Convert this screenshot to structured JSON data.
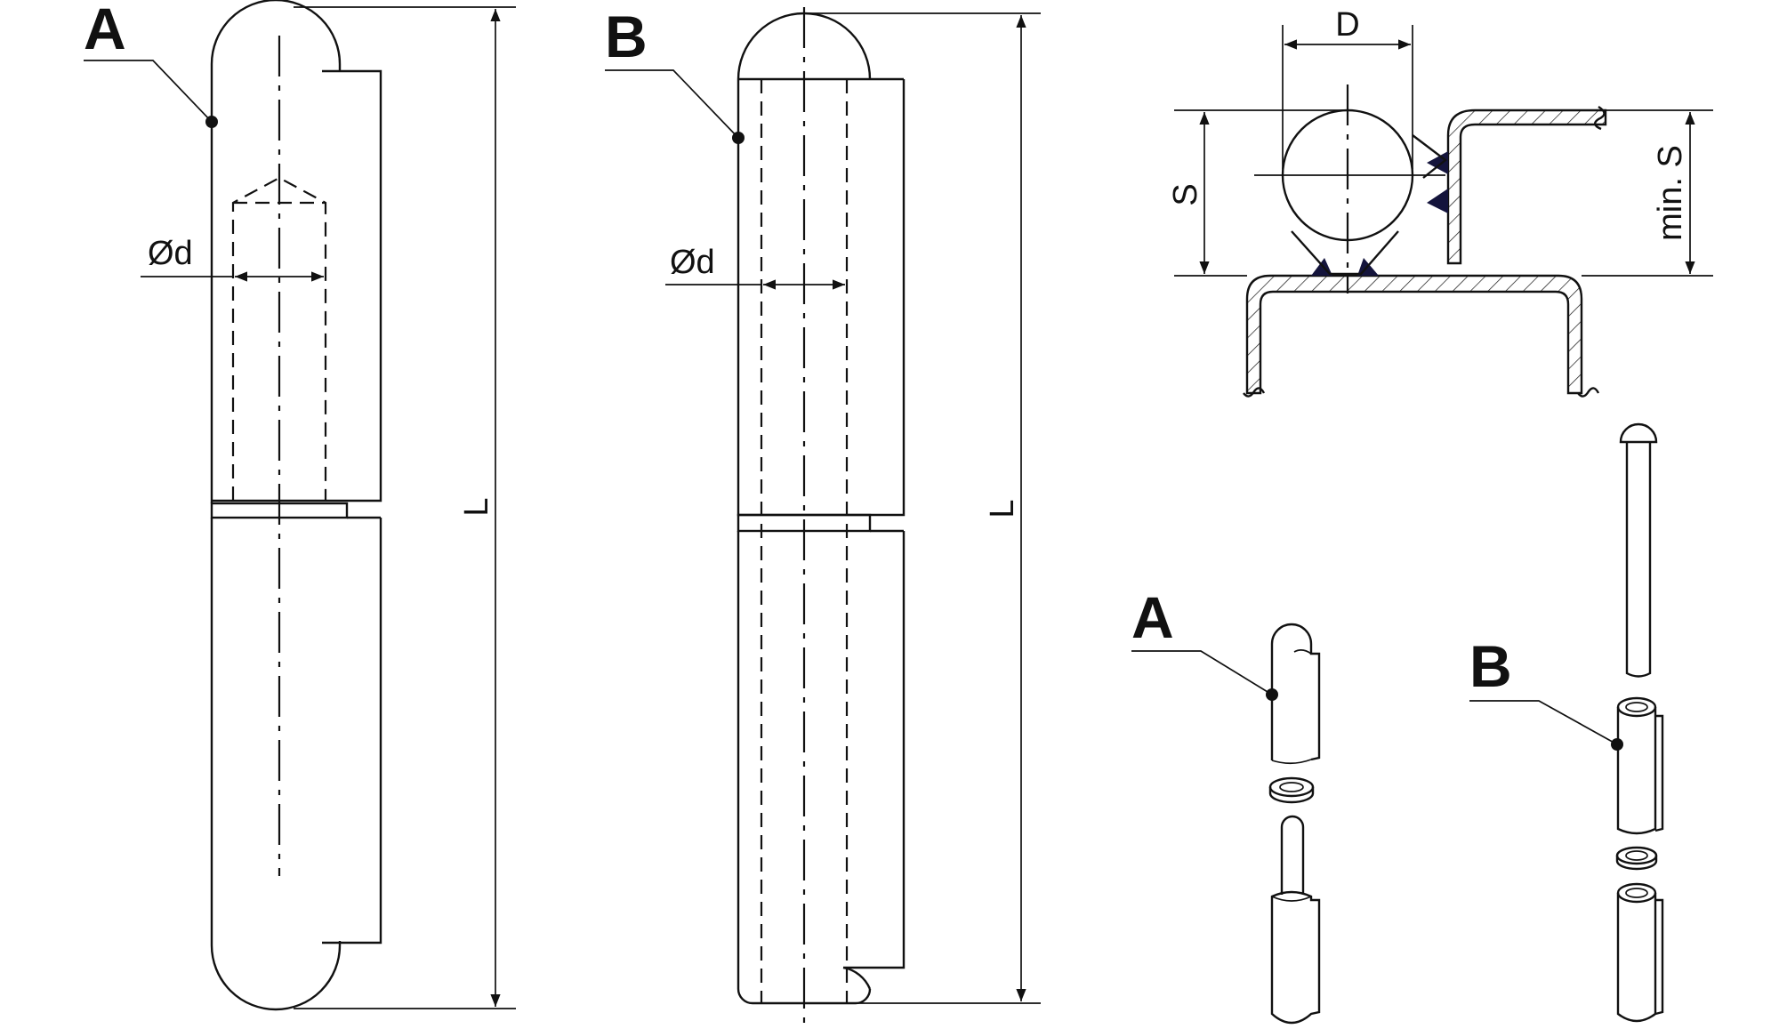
{
  "labels": {
    "hinge_a": "A",
    "hinge_b": "B",
    "diameter_a": "Ød",
    "diameter_b": "Ød",
    "length_a": "L",
    "length_b": "L",
    "section_d": "D",
    "section_s": "S",
    "section_min_s": "min. S",
    "exploded_a": "A",
    "exploded_b": "B"
  },
  "colors": {
    "line": "#111111",
    "weld": "#14143c",
    "background": "#ffffff"
  }
}
